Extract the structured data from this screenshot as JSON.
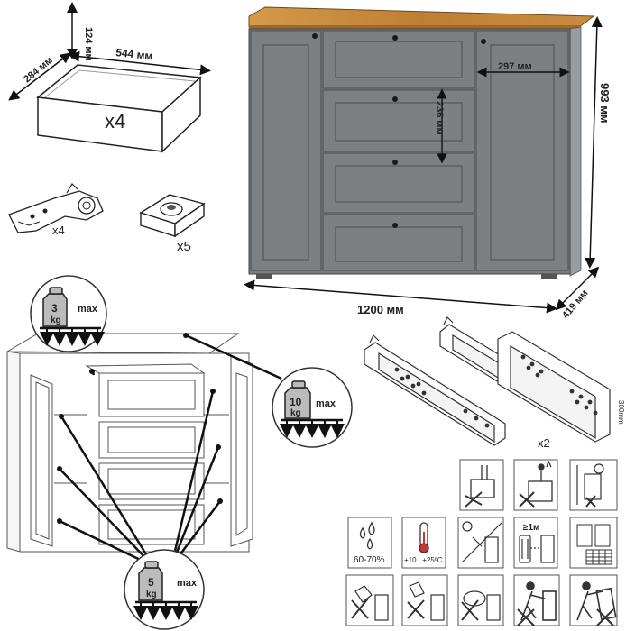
{
  "dimensions": {
    "drawer_height": "124 мм",
    "drawer_width": "544 мм",
    "drawer_depth": "284 мм",
    "drawer_qty": "x4",
    "hinge_qty": "x4",
    "foot_qty": "x5",
    "door_width": "297 мм",
    "drawer_front_height": "236 мм",
    "total_height": "993 мм",
    "total_width": "1200 мм",
    "total_depth": "419 мм",
    "slide_qty": "x2",
    "slide_length": "300mm"
  },
  "loads": {
    "top": {
      "weight": "3",
      "unit": "kg",
      "label": "max"
    },
    "drawer": {
      "weight": "10",
      "unit": "kg",
      "label": "max"
    },
    "shelf": {
      "weight": "5",
      "unit": "kg",
      "label": "max"
    }
  },
  "care": {
    "humidity": "60-70%",
    "temperature": "+10...+25ºC",
    "distance": "≥1м"
  },
  "colors": {
    "body": "#7a7d80",
    "top": "#c88a3c",
    "outline": "#222222"
  }
}
